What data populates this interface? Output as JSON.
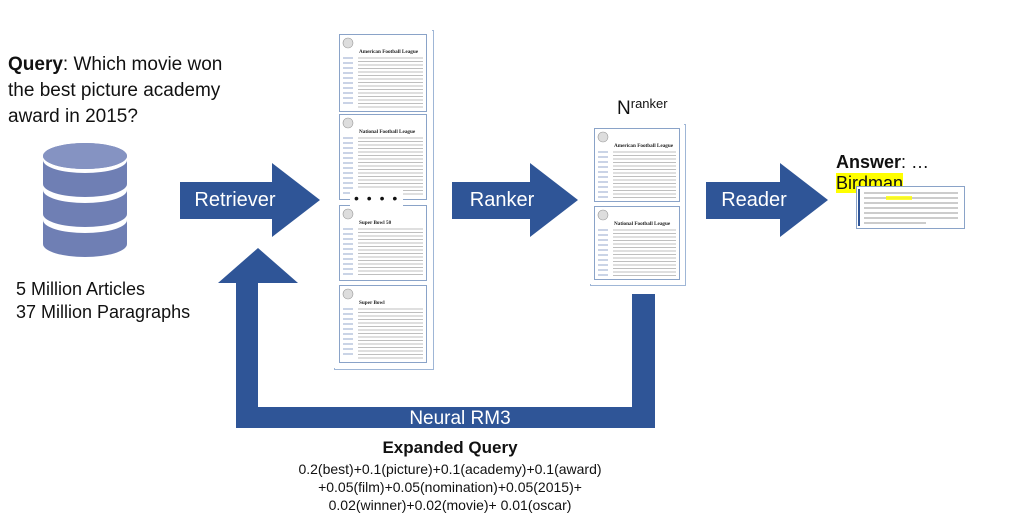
{
  "query": {
    "label": "Query",
    "text": ": Which movie won the best picture academy award in 2015?"
  },
  "corpus": {
    "articles": "5 Million Articles",
    "paragraphs": "37 Million Paragraphs"
  },
  "stages": {
    "retriever": "Retriever",
    "ranker": "Ranker",
    "reader": "Reader"
  },
  "ellipsis": "• • • •",
  "ranker_output": {
    "base": "N",
    "sup": "ranker"
  },
  "answer": {
    "label": "Answer",
    "prefix": ":  …",
    "value": "Birdman",
    "suffix": "…"
  },
  "feedback": {
    "label": "Neural RM3"
  },
  "expanded_query": {
    "title": "Expanded Query",
    "lines": [
      "0.2(best)+0.1(picture)+0.1(academy)+0.1(award)",
      "+0.05(film)+0.05(nomination)+0.05(2015)+",
      "0.02(winner)+0.02(movie)+ 0.01(oscar)"
    ]
  },
  "retrieved_docs": [
    {
      "title": "American Football League"
    },
    {
      "title": "National Football League"
    },
    {
      "title": "Super Bowl 50"
    },
    {
      "title": "Super Bowl"
    }
  ],
  "ranked_docs": [
    {
      "title": "American Football League"
    },
    {
      "title": "National Football League"
    }
  ],
  "colors": {
    "arrow": "#2f5597",
    "database": "#6f7fb4",
    "highlight": "#ffff00"
  }
}
